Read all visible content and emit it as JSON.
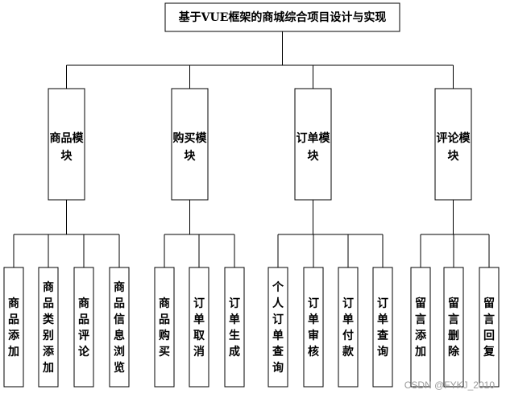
{
  "title": "基于VUE框架的商城综合项目设计与实现",
  "modules": [
    {
      "label": [
        "商品模",
        "块"
      ],
      "children": [
        [
          "商品",
          "添加"
        ],
        [
          "商品类",
          "别添加"
        ],
        [
          "商品",
          "评论"
        ],
        [
          "商品信",
          "息浏览"
        ]
      ]
    },
    {
      "label": [
        "购买模",
        "块"
      ],
      "children": [
        [
          "商品",
          "购买"
        ],
        [
          "订单",
          "取消"
        ],
        [
          "订单",
          "生成"
        ]
      ]
    },
    {
      "label": [
        "订单模",
        "块"
      ],
      "children": [
        [
          "个人订",
          "单查询"
        ],
        [
          "订单",
          "审核"
        ],
        [
          "订单",
          "付款"
        ],
        [
          "订单",
          "查询"
        ]
      ]
    },
    {
      "label": [
        "评论模",
        "块"
      ],
      "children": [
        [
          "留言",
          "添加"
        ],
        [
          "留言",
          "删除"
        ],
        [
          "留言",
          "回复"
        ]
      ]
    }
  ],
  "watermark": "CSDN @FYKJ_2010"
}
